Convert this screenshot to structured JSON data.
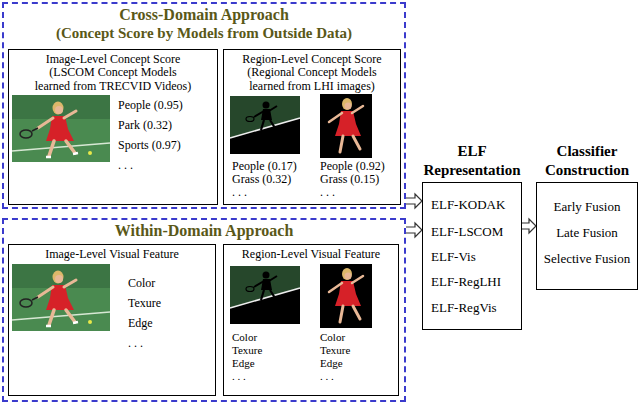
{
  "diagram": {
    "nodes": [
      {
        "text": [
          "Cross-Domain Approach",
          "(Concept Score by Models from Outside Data)"
        ]
      },
      {
        "text": [
          "Image-Level Concept Score",
          "(LSCOM Concept Models learned from TRECVID Videos)",
          "People (0.95)",
          "Park (0.32)",
          "Sports (0.97)",
          ". . ."
        ],
        "in": 0
      },
      {
        "text": [
          "Region-Level Concept Score",
          "(Regional Concept Models learned from LHI images)",
          "People (0.17)",
          "Grass (0.32)",
          ". . .",
          "People (0.92)",
          "Grass (0.15)",
          ". . ."
        ],
        "in": 0
      },
      {
        "text": [
          "Within-Domain Approach"
        ]
      },
      {
        "text": [
          "Image-Level Visual Feature",
          "Color",
          "Texure",
          "Edge",
          ". . ."
        ],
        "in": 3
      },
      {
        "text": [
          "Region-Level Visual Feature",
          "Color",
          "Texure",
          "Edge",
          ". . .",
          "Color",
          "Texure",
          "Edge",
          ". . ."
        ],
        "in": 3
      },
      {
        "text": [
          "ELF Representation",
          "ELF-KODAK",
          "ELF-LSCOM",
          "ELF-Vis",
          "ELF-RegLHI",
          "ELF-RegVis"
        ]
      },
      {
        "text": [
          "Classifier Construction",
          "Early Fusion",
          "Late Fusion",
          "Selective Fusion"
        ]
      }
    ],
    "edges": [
      {
        "from": 0,
        "to": 6,
        "arrow": "to"
      },
      {
        "from": 3,
        "to": 6,
        "arrow": "to"
      },
      {
        "from": 6,
        "to": 7,
        "arrow": "to"
      }
    ]
  }
}
